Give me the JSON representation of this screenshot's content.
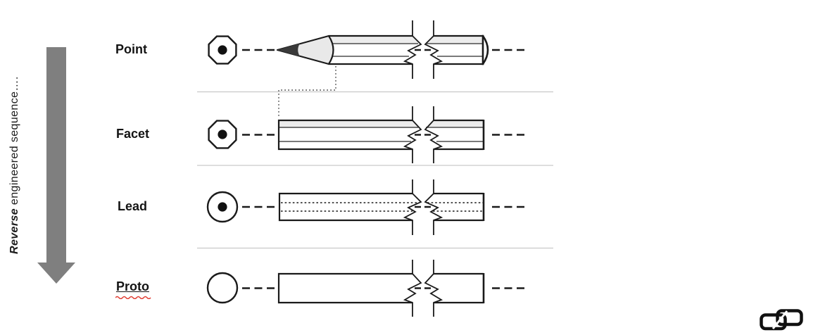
{
  "diagram": {
    "sequence_caption": {
      "emphasis": "Reverse",
      "rest": " engineered sequence…."
    },
    "rows": [
      {
        "label": "Point",
        "cross_section_icon": "octagon-with-core-dot",
        "body_style": "sharpened-pencil-with-cone-tip-and-rounded-cap"
      },
      {
        "label": "Facet",
        "cross_section_icon": "octagon-with-core-dot",
        "body_style": "faceted-hex-blank"
      },
      {
        "label": "Lead",
        "cross_section_icon": "circle-with-core-dot",
        "body_style": "round-blank-with-hidden-lead-dotted"
      },
      {
        "label": "Proto",
        "cross_section_icon": "circle-plain",
        "body_style": "plain-round-blank"
      }
    ],
    "logo_icon": "infinity-link-logo",
    "colors": {
      "arrow": "#7f7f7f",
      "outline": "#1a1a1a",
      "shade": "#ececec",
      "tip": "#3a3a3a",
      "separator": "#c9c9c9",
      "squiggle_red": "#e03c31"
    }
  }
}
